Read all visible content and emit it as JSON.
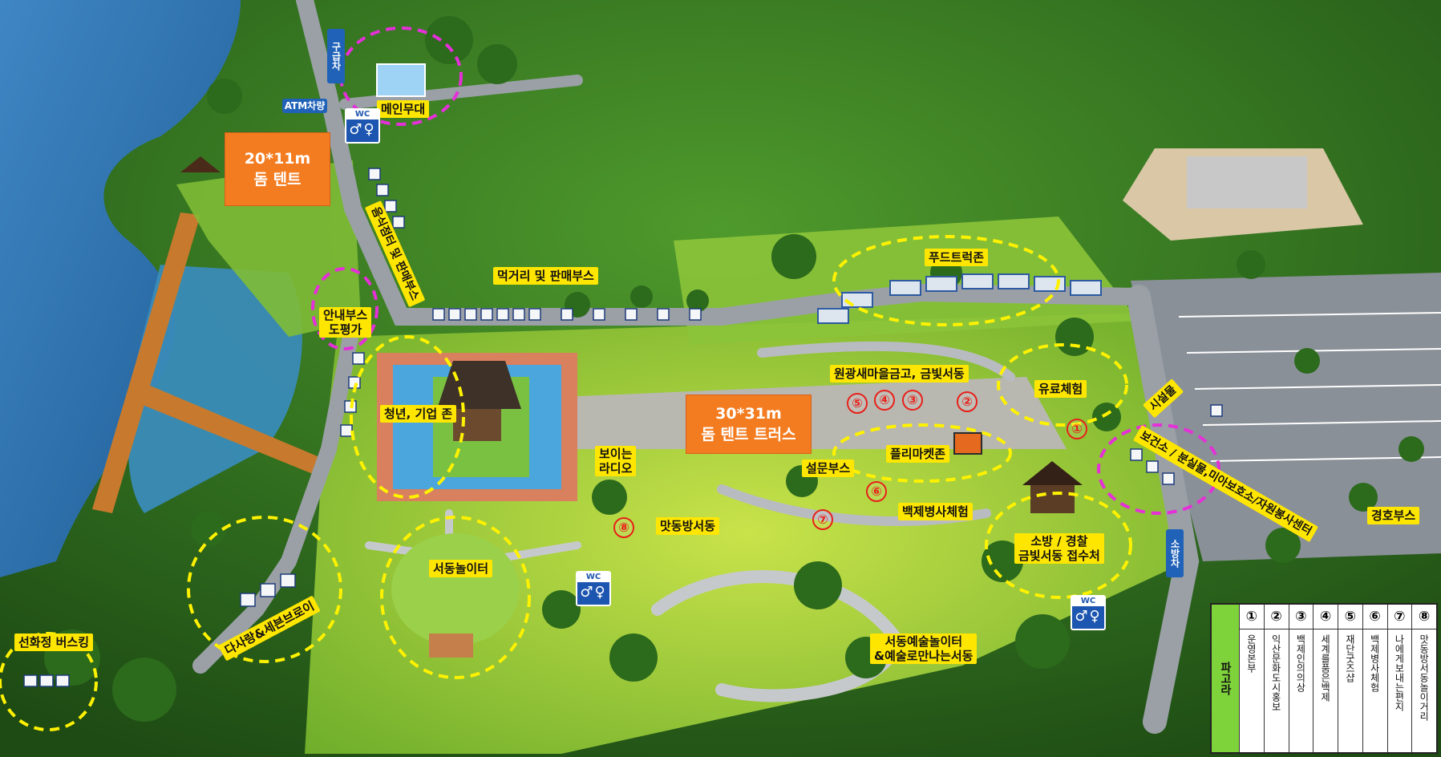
{
  "labels": {
    "ambulance": "구급차",
    "atm": "ATM차량",
    "main_stage": "메인무대",
    "dome_tent_1_line1": "20*11m",
    "dome_tent_1_line2": "돔 텐트",
    "food_booths": "음식점터 및 판매부스",
    "street_food": "먹거리 및 판매부스",
    "info_booth_line1": "안내부스",
    "info_booth_line2": "도평가",
    "youth_zone": "청년, 기업 존",
    "food_truck_zone": "푸드트럭존",
    "wonkwang": "원광새마을금고, 금빛서동",
    "paid_experience": "유료체험",
    "dome_tent_2_line1": "30*31m",
    "dome_tent_2_line2": "돔 텐트 트러스",
    "flea_market": "플리마켓존",
    "facility_line1": "시설물",
    "facility_line2": "보건소 / 분실물,미아보호소/자원봉사센터",
    "boini_line1": "보이는",
    "boini_line2": "라디오",
    "survey_booth": "설문부스",
    "baekje_soldier": "백제병사체험",
    "fire_police_line1": "소방 / 경찰",
    "fire_police_line2": "금빛서동 접수처",
    "fire_truck": "소방차",
    "security_booth": "경호부스",
    "matdong": "맛동방서동",
    "seodong_playground": "서동놀이터",
    "dasarang": "다사랑&세븐브로이",
    "seonhwa_busking": "선화정 버스킹",
    "seodong_art_line1": "서동예술놀이터",
    "seodong_art_line2": "&예술로만나는서동",
    "wc": "WC"
  },
  "markers": [
    "①",
    "②",
    "③",
    "④",
    "⑤",
    "⑥",
    "⑦",
    "⑧"
  ],
  "legend": {
    "header": "파고라",
    "items": [
      {
        "num": "①",
        "text": "운영본부"
      },
      {
        "num": "②",
        "text": "익산문화도시홍보"
      },
      {
        "num": "③",
        "text": "백제인의의상"
      },
      {
        "num": "④",
        "text": "세계를품은백제"
      },
      {
        "num": "⑤",
        "text": "재단굿즈샵"
      },
      {
        "num": "⑥",
        "text": "백제병사체험"
      },
      {
        "num": "⑦",
        "text": "나에게보내는편지"
      },
      {
        "num": "⑧",
        "text": "맛동방서동놀이거리"
      }
    ]
  },
  "colors": {
    "yellow_circle": "#fff200",
    "magenta_circle": "#e52fd8",
    "orange_box": "#f47c20",
    "marker_red": "#e8201a",
    "legend_header": "#7fd33a"
  }
}
